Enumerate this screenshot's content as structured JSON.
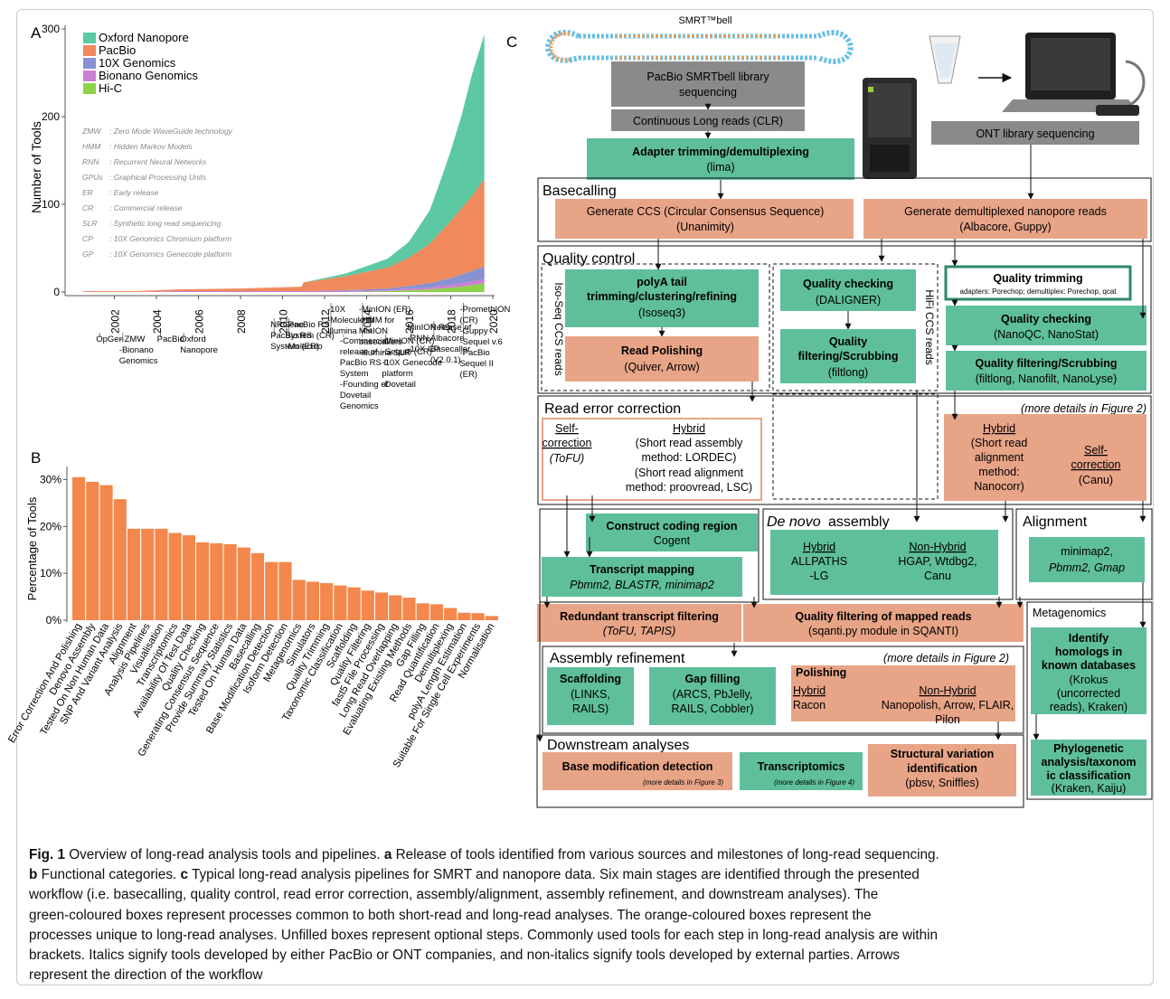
{
  "panel_labels": {
    "a": "A",
    "b": "B",
    "c": "C"
  },
  "chart_data": [
    {
      "type": "area",
      "panel": "A",
      "ylabel": "Number of Tools",
      "xlim": [
        2000,
        2020
      ],
      "ylim": [
        0,
        300
      ],
      "yticks": [
        "0",
        "100",
        "200",
        "300"
      ],
      "xticks": [
        "2002",
        "2004",
        "2006",
        "2008",
        "2010",
        "2012",
        "2014",
        "2016",
        "2018",
        "2020"
      ],
      "x": [
        2000.5,
        2002,
        2003,
        2005,
        2008,
        2010.9,
        2011,
        2013,
        2015,
        2016,
        2017,
        2017.5,
        2018,
        2018.5,
        2019,
        2019.6
      ],
      "series": [
        {
          "name": "Hi-C",
          "color": "#8ed14a",
          "values": [
            0,
            0,
            0,
            0,
            0,
            0,
            0,
            0,
            1,
            2,
            3,
            4,
            5,
            6,
            8,
            10
          ]
        },
        {
          "name": "Bionano Genomics",
          "color": "#cc7fd6",
          "values": [
            0,
            0,
            0,
            1,
            1,
            1,
            1,
            1,
            1,
            2,
            2,
            3,
            3,
            4,
            4,
            5
          ]
        },
        {
          "name": "10X Genomics",
          "color": "#8891d1",
          "values": [
            0,
            0,
            0,
            0,
            0,
            0,
            0,
            1,
            2,
            3,
            5,
            6,
            8,
            10,
            12,
            14
          ]
        },
        {
          "name": "PacBio",
          "color": "#f08a5d",
          "values": [
            1,
            1,
            1,
            2,
            3,
            5,
            10,
            16,
            24,
            32,
            45,
            55,
            65,
            75,
            85,
            100
          ]
        },
        {
          "name": "Oxford Nanopore",
          "color": "#5cc9a2",
          "values": [
            0,
            0,
            0,
            0,
            0,
            0,
            0,
            3,
            10,
            18,
            38,
            58,
            80,
            105,
            138,
            165
          ]
        }
      ],
      "legend_position": "top-left",
      "abbreviations": [
        {
          "abbr": "ZMW",
          "text": "Zero Mode WaveGuide technology"
        },
        {
          "abbr": "HMM",
          "text": "Hidden Markov Models"
        },
        {
          "abbr": "RNN",
          "text": "Recurrent Neural Networks"
        },
        {
          "abbr": "GPUs",
          "text": "Graphical Processing Units"
        },
        {
          "abbr": "ER",
          "text": "Early release"
        },
        {
          "abbr": "CR",
          "text": "Commercial release"
        },
        {
          "abbr": "SLR",
          "text": "Synthetic long read sequencing"
        },
        {
          "abbr": "CP",
          "text": "10X Genomics Chromium platform"
        },
        {
          "abbr": "GP",
          "text": "10X Genomics Genecode platform"
        }
      ],
      "milestones": [
        {
          "year": 2001.3,
          "lines": [
            "OpGen"
          ]
        },
        {
          "year": 2002.4,
          "lines": [
            "- ZMW",
            "-Bionano",
            "Genomics"
          ]
        },
        {
          "year": 2004.2,
          "lines": [
            "PacBio"
          ]
        },
        {
          "year": 2005.3,
          "lines": [
            "Oxford",
            "Nanopore"
          ]
        },
        {
          "year": 2009.6,
          "lines": [
            "NRGene",
            "PacBio RS",
            "System (ER)"
          ]
        },
        {
          "year": 2010.3,
          "lines": [
            "-PacBio RS",
            "System (CR)",
            "-Moleculo"
          ]
        },
        {
          "year": 2012.3,
          "lines": [
            "-10X",
            "-Moleculo to",
            "Illumina"
          ]
        },
        {
          "year": 2013.8,
          "lines": [
            "-MinION (ER)",
            "-HMM for",
            "MinION",
            "basecallers",
            "-Illumina SLR"
          ]
        },
        {
          "year": 2012.9,
          "lines": [
            "-Commercial",
            "release of",
            "PacBio RS II",
            "System",
            "-Founding of",
            "Dovetail",
            "Genomics"
          ]
        },
        {
          "year": 2014.9,
          "lines": [
            "-MinION (CR)",
            "-Sequel (CR)",
            "-10X Genecode",
            "platform",
            "-Dovetail"
          ]
        },
        {
          "year": 2016.1,
          "lines": [
            "MinION R9",
            "-RNN",
            "-10X CP"
          ]
        },
        {
          "year": 2017.2,
          "lines": [
            "Release of",
            "Albacore",
            "Basecaller",
            "(V2.0.1)"
          ]
        },
        {
          "year": 2018.6,
          "lines": [
            "-PromethION",
            "(CR)",
            "-Guppy",
            "-Sequel v.6",
            "-PacBio",
            "Sequel II",
            "(ER)"
          ]
        }
      ]
    },
    {
      "type": "bar",
      "panel": "B",
      "ylabel": "Percentage of Tools",
      "ylim": [
        0,
        32
      ],
      "yticks": [
        "0%",
        "10%",
        "20%",
        "30%"
      ],
      "color": "#f4874b",
      "categories": [
        "Error Correction And Polishing",
        "Denovo Assembly",
        "Tested On Non Human Data",
        "SNP And Variant Analysis",
        "Alignment",
        "Analysis Pipelines",
        "Visualisation",
        "Transcriptomics",
        "Availability Of Test Data",
        "Quality Checking",
        "Generating Consensus Sequence",
        "Provide Summary Statistics",
        "Tested On Human Data",
        "Basecalling",
        "Base Modification Detection",
        "Isoform Detection",
        "Metagenomics",
        "Simulators",
        "Quality Trimming",
        "Taxonomic Classification",
        "Scaffolding",
        "Quality Filtering",
        "fast5 File Processing",
        "Long Read Overlapping",
        "Evaluating Existing Methods",
        "Gap Filling",
        "Read Quantification",
        "Demultiplexing",
        "polyA Length Estimation",
        "Suitable For Single Cell Experiments",
        "Normalisation"
      ],
      "values": [
        30.5,
        29.5,
        28.8,
        25.8,
        19.5,
        19.5,
        19.5,
        18.6,
        18.1,
        16.6,
        16.4,
        16.2,
        15.5,
        14.3,
        12.4,
        12.4,
        8.6,
        8.2,
        7.9,
        7.4,
        7.0,
        6.3,
        5.9,
        5.3,
        4.8,
        3.6,
        3.4,
        2.6,
        1.6,
        1.5,
        0.9
      ]
    }
  ],
  "workflow": {
    "smrtbell_label": "SMRT™bell",
    "sections": {
      "basecalling": "Basecalling",
      "quality_control": "Quality control",
      "read_error_correction": "Read error correction",
      "de_novo": "De novo",
      "de_novo_rest": " assembly",
      "alignment": "Alignment",
      "metagenomics": "Metagenomics",
      "assembly_refinement": "Assembly refinement",
      "downstream": "Downstream analyses"
    },
    "boxes": {
      "pacbio_lib": [
        "PacBio SMRTbell library",
        "sequencing"
      ],
      "clr": "Continuous Long reads (CLR)",
      "ont_lib": "ONT library sequencing",
      "adapter_title": "Adapter trimming/demultiplexing",
      "adapter_tool": "(lima)",
      "ccs_1": "Generate CCS (Circular Consensus Sequence)",
      "ccs_2": "(Unanimity)",
      "nano_1": "Generate demultiplexed nanopore reads",
      "nano_2": "(Albacore, Guppy)",
      "isoseq_label": "Iso-Seq CCS reads",
      "hifi_label": "HiFi CCS reads",
      "polya_1": "polyA tail",
      "polya_2": "trimming/clustering/refining",
      "polya_3": "(Isoseq3)",
      "readpol_1": "Read Polishing",
      "readpol_2": "(Quiver, Arrow)",
      "qc_dal_1": "Quality checking",
      "qc_dal_2": "(DALIGNER)",
      "qf_scrub_1": "Quality",
      "qf_scrub_2": "filtering/Scrubbing",
      "qf_scrub_3": "(filtlong)",
      "qtrim_1": "Quality trimming",
      "qtrim_2": "adapters: Porechop; demultiplex: Porechop, qcat",
      "qcheck_1": "Quality checking",
      "qcheck_2": "(NanoQC, NanoStat)",
      "qfilt_1": "Quality filtering/Scrubbing",
      "qfilt_2": "(filtlong, Nanofilt, NanoLyse)",
      "more_fig2": "(more details in Figure 2)",
      "self_corr_1": "Self-",
      "self_corr_2": "correction",
      "self_corr_3": "(ToFU)",
      "hybrid": "Hybrid",
      "hybrid_l1": "(Short read assembly",
      "hybrid_l2": "method: LORDEC)",
      "hybrid_l3": "(Short read alignment",
      "hybrid_l4": "method: proovread, LSC)",
      "ont_hybrid_1": "(Short read",
      "ont_hybrid_2": "alignment",
      "ont_hybrid_3": "method:",
      "ont_hybrid_4": "Nanocorr)",
      "ont_self_1": "Self-",
      "ont_self_2": "correction",
      "ont_self_3": "(Canu)",
      "coding_1": "Construct coding region",
      "coding_2": "Cogent",
      "tmap_1": "Transcript mapping",
      "tmap_2": "Pbmm2, BLASTR, minimap2",
      "dn_hybrid": "Hybrid",
      "dn_hybrid_tools_1": "ALLPATHS",
      "dn_hybrid_tools_2": "-LG",
      "dn_nonhybrid": "Non-Hybrid",
      "dn_nonhybrid_tools_1": "HGAP, Wtdbg2,",
      "dn_nonhybrid_tools_2": "Canu",
      "align_tools_1": "minimap2,",
      "align_tools_2": "Pbmm2, Gmap",
      "redundant_1": "Redundant transcript filtering",
      "redundant_2": "(ToFU, TAPIS)",
      "qfmap_1": "Quality filtering of mapped reads",
      "qfmap_2": "(sqanti.py module in SQANTI)",
      "homologs_1": "Identify",
      "homologs_2": "homologs in",
      "homologs_3": "known databases",
      "homologs_4": "(Krokus",
      "homologs_5": "(uncorrected",
      "homologs_6": "reads), Kraken)",
      "scaff_1": "Scaffolding",
      "scaff_2": "(LINKS,",
      "scaff_3": "RAILS)",
      "gap_1": "Gap filling",
      "gap_2": "(ARCS, PbJelly,",
      "gap_3": "RAILS, Cobbler)",
      "pol_title": "Polishing",
      "pol_hybrid": "Hybrid",
      "pol_hybrid_tool": "Racon",
      "pol_nonhybrid": "Non-Hybrid",
      "pol_nonhybrid_1": "Nanopolish, Arrow, FLAIR,",
      "pol_nonhybrid_2": "Pilon",
      "basemod_1": "Base modification  detection",
      "basemod_2": "(more details in Figure 3)",
      "transcr_1": "Transcriptomics",
      "transcr_2": "(more details in Figure 4)",
      "sv_1": "Structural variation",
      "sv_2": "identification",
      "sv_3": "(pbsv, Sniffles)",
      "phylo_1": "Phylogenetic",
      "phylo_2": "analysis/taxonom",
      "phylo_3": "ic classification",
      "phylo_4": "(Kraken, Kaiju)"
    }
  },
  "caption": {
    "fig_label": "Fig. 1",
    "title": " Overview of long-read analysis tools and pipelines. ",
    "a_label": "a",
    "a_text": " Release of tools identified from various sources and milestones of long-read sequencing.",
    "b_label": "b",
    "b_text": " Functional categories. ",
    "c_label": "c",
    "c_text": " Typical long-read analysis pipelines for SMRT and nanopore data. Six main stages are identified through the presented",
    "line3": "workflow (i.e. basecalling, quality control, read error correction, assembly/alignment, assembly refinement, and downstream analyses). The",
    "line4": "green-coloured boxes represent processes common to both short-read and long-read analyses. The orange-coloured boxes represent the",
    "line5": "processes unique to long-read analyses. Unfilled boxes represent optional steps. Commonly used tools for each step in long-read analysis are within",
    "line6": "brackets. Italics signify tools developed by either PacBio or ONT companies, and non-italics signify tools developed by external parties. Arrows",
    "line7": "represent the direction of the workflow"
  },
  "colors": {
    "green": "#5fbf9a",
    "orange": "#e8a487",
    "gray": "#8a8a8a",
    "bar": "#f4874b"
  }
}
